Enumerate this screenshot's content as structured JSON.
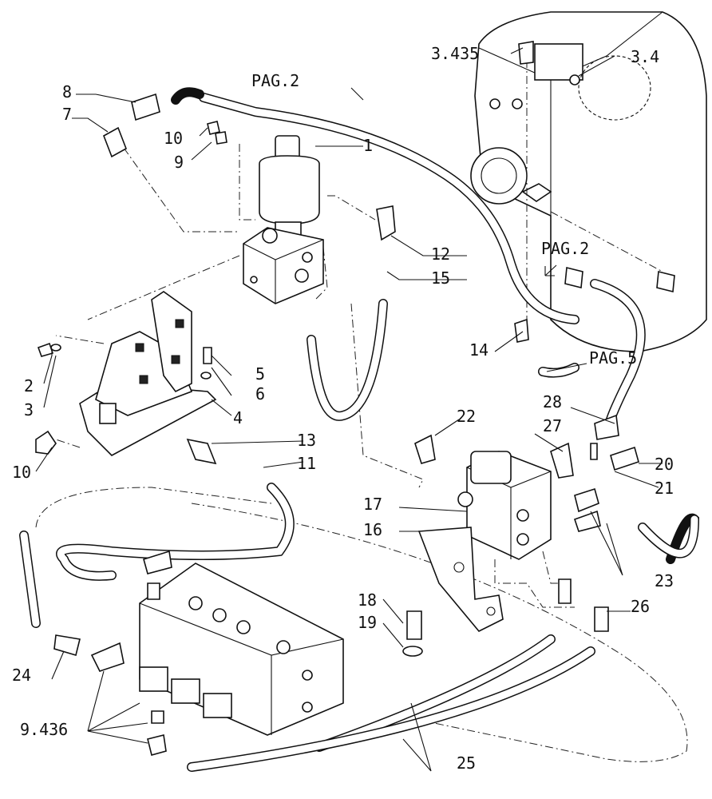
{
  "callouts": {
    "c1": "1",
    "c2": "2",
    "c3": "3",
    "c4": "4",
    "c5": "5",
    "c6": "6",
    "c7": "7",
    "c8": "8",
    "c9": "9",
    "c10a": "10",
    "c10b": "10",
    "c11": "11",
    "c12": "12",
    "c13": "13",
    "c14": "14",
    "c15": "15",
    "c16": "16",
    "c17": "17",
    "c18": "18",
    "c19": "19",
    "c20": "20",
    "c21": "21",
    "c22": "22",
    "c23": "23",
    "c24": "24",
    "c25": "25",
    "c26": "26",
    "c27": "27",
    "c28": "28",
    "c3435": "3.435",
    "c34": "3.4",
    "c9436": "9.436"
  },
  "refs": {
    "pag2_top": "PAG.2",
    "pag2_right": "PAG.2",
    "pag5": "PAG.5"
  }
}
